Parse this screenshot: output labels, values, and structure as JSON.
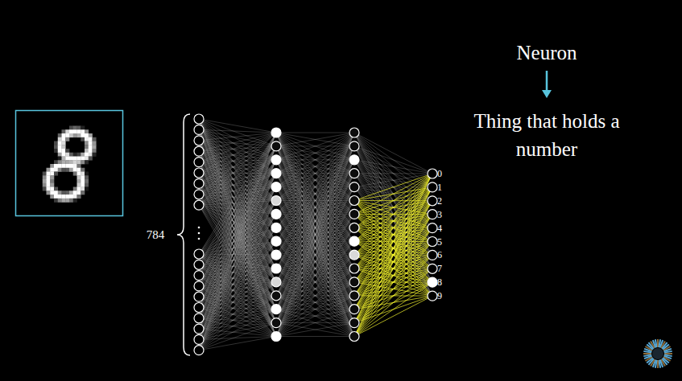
{
  "diagram": {
    "labels": [
      "Neuron",
      "Thing that holds a number",
      "784",
      "0",
      "1",
      "2",
      "3",
      "4",
      "5",
      "6",
      "7",
      "8",
      "9"
    ]
  }
}
